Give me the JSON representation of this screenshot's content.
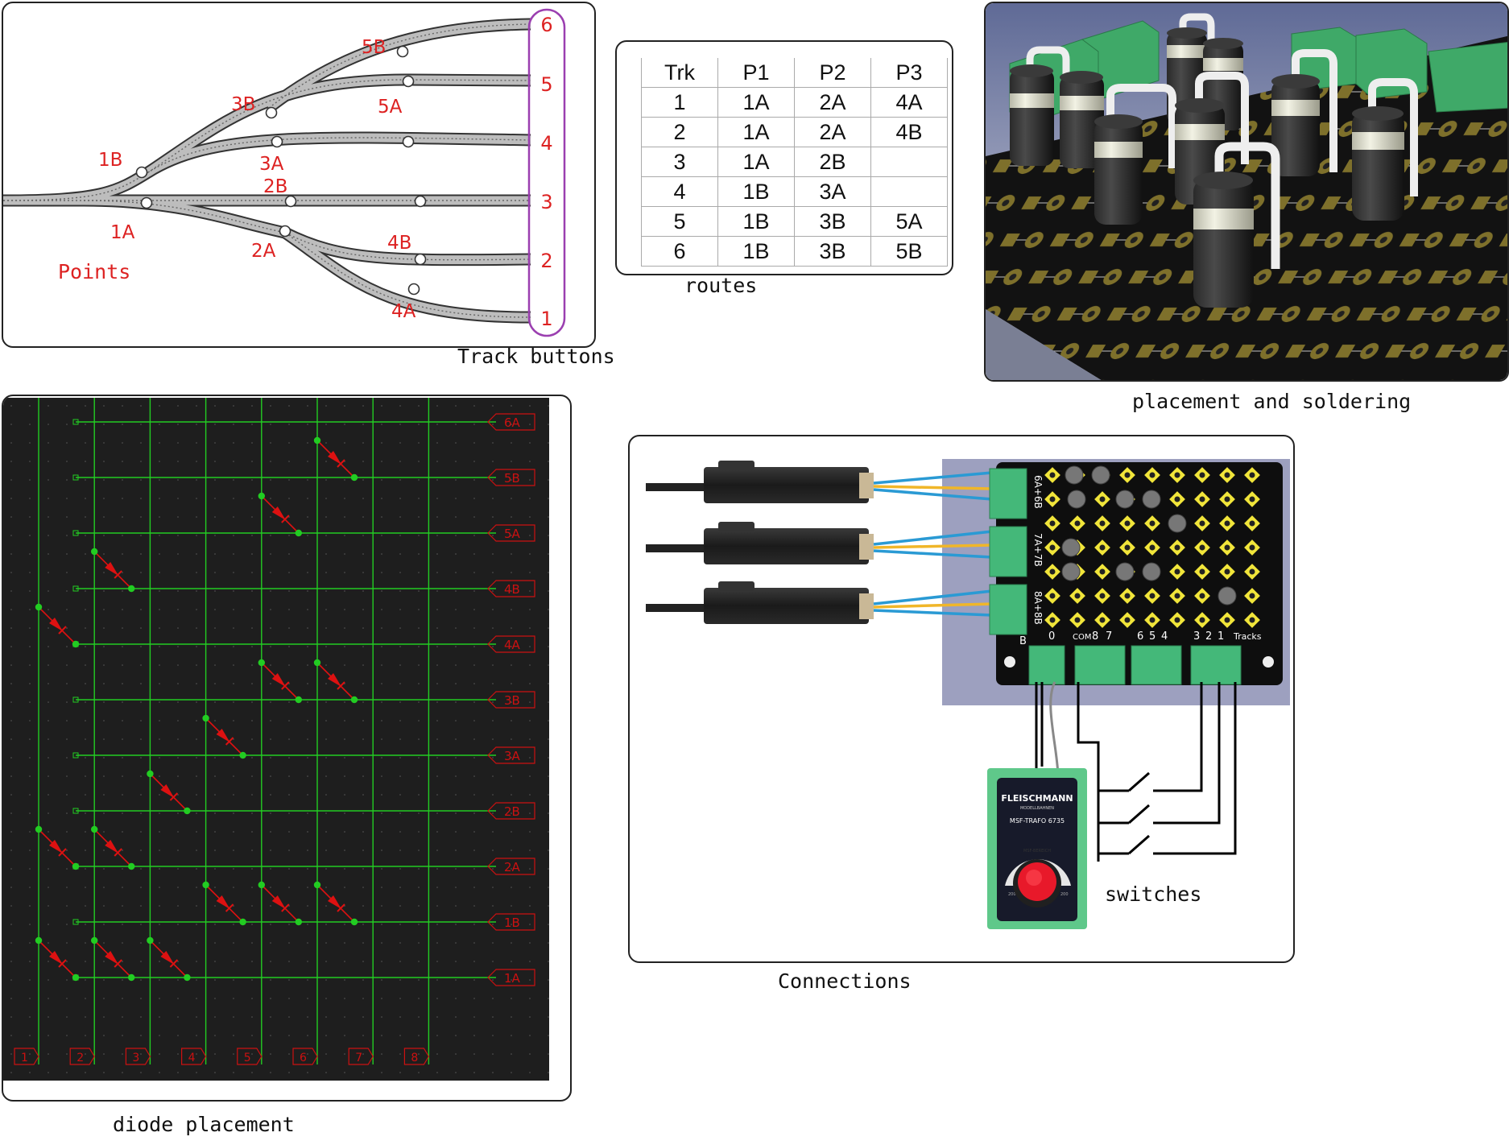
{
  "captions": {
    "points": "Points",
    "track_buttons": "Track buttons",
    "routes": "routes",
    "placement": "placement and soldering",
    "diode_placement": "diode placement",
    "connections": "Connections",
    "switches": "switches"
  },
  "track_layout": {
    "point_labels": [
      "1A",
      "1B",
      "2A",
      "2B",
      "3A",
      "3B",
      "4A",
      "4B",
      "5A",
      "5B"
    ],
    "track_numbers": [
      "6",
      "5",
      "4",
      "3",
      "2",
      "1"
    ]
  },
  "routes_table": {
    "headers": [
      "Trk",
      "P1",
      "P2",
      "P3"
    ],
    "rows": [
      [
        "1",
        "1A",
        "2A",
        "4A"
      ],
      [
        "2",
        "1A",
        "2A",
        "4B"
      ],
      [
        "3",
        "1A",
        "2B",
        ""
      ],
      [
        "4",
        "1B",
        "3A",
        ""
      ],
      [
        "5",
        "1B",
        "3B",
        "5A"
      ],
      [
        "6",
        "1B",
        "3B",
        "5B"
      ]
    ]
  },
  "diode_matrix": {
    "row_labels": [
      "6A",
      "5B",
      "5A",
      "4B",
      "4A",
      "3B",
      "3A",
      "2B",
      "2A",
      "1B",
      "1A"
    ],
    "column_labels": [
      "1",
      "2",
      "3",
      "4",
      "5",
      "6",
      "7",
      "8"
    ],
    "diodes": [
      {
        "row": "5B",
        "col": 6
      },
      {
        "row": "5A",
        "col": 5
      },
      {
        "row": "4B",
        "col": 2
      },
      {
        "row": "4A",
        "col": 1
      },
      {
        "row": "3B",
        "col": 5
      },
      {
        "row": "3B",
        "col": 6
      },
      {
        "row": "3A",
        "col": 4
      },
      {
        "row": "2B",
        "col": 3
      },
      {
        "row": "2A",
        "col": 1
      },
      {
        "row": "2A",
        "col": 2
      },
      {
        "row": "1B",
        "col": 4
      },
      {
        "row": "1B",
        "col": 5
      },
      {
        "row": "1B",
        "col": 6
      },
      {
        "row": "1A",
        "col": 1
      },
      {
        "row": "1A",
        "col": 2
      },
      {
        "row": "1A",
        "col": 3
      }
    ],
    "colors": {
      "background": "#1e1e1e",
      "wire": "#22cc22",
      "diode": "#dd1111",
      "label": "#cc1111"
    }
  },
  "connections": {
    "board_connector_labels": [
      "6A+6B",
      "7A+7B",
      "8A+8B"
    ],
    "board_bottom_labels": [
      "B",
      "0",
      "COM",
      "8",
      "7",
      "6",
      "5",
      "4",
      "3",
      "2",
      "1",
      "Tracks"
    ],
    "transformer_brand": "FLEISCHMANN",
    "transformer_sub": "MODELLBAHNEN",
    "transformer_model": "MSF-TRAFO 6735",
    "transformer_dial": "MSF-BEREICH",
    "dial_min": "200",
    "dial_max": "200"
  },
  "colors": {
    "point_label": "#dd2222",
    "track_button_outline": "#9b3fb0",
    "track_gray": "#b8b8b8",
    "pcb_black": "#111111",
    "terminal_green": "#44b879",
    "capacitor_white": "#e8e8da"
  }
}
